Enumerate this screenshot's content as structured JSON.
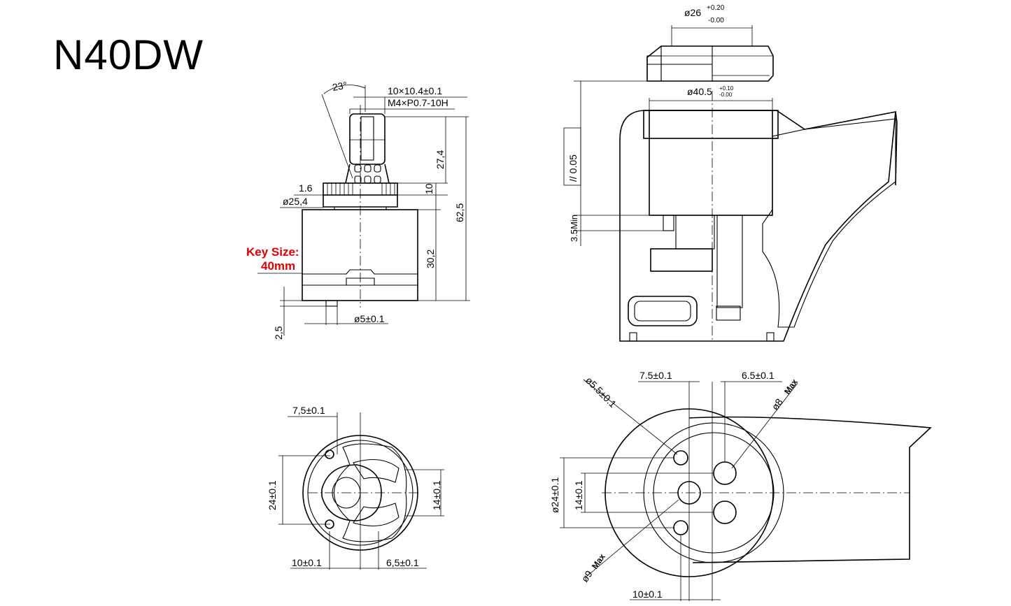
{
  "title": "N40DW",
  "key_size": {
    "label": "Key Size:",
    "value": "40mm"
  },
  "side_view": {
    "angle": "23°",
    "spline": "10×10.4±0.1",
    "thread": "M4×P0.7-10H",
    "d_flange": "1.6",
    "d_25": "ø25,4",
    "h_27": "27,4",
    "h_10": "10",
    "h_62": "62,5",
    "h_30": "30,2",
    "h_25": "2,5",
    "d_5": "ø5±0.1"
  },
  "bottom_view": {
    "top": "7,5±0.1",
    "left": "24±0.1",
    "right": "14±0.1",
    "bottom_left": "10±0.1",
    "bottom_right": "6,5±0.1"
  },
  "section_view": {
    "d26": "ø26",
    "d26_plus": "+0.20",
    "d26_minus": "-0.00",
    "d40": "ø40.5",
    "d40_plus": "+0.10",
    "d40_minus": "-0.00",
    "parallel": "// 0.05",
    "min_depth": "3.5Min"
  },
  "body_view": {
    "d55": "ø5.5±0.1",
    "top_left": "7.5±0.1",
    "top_right": "6.5±0.1",
    "d8": "ø8",
    "d8_note": "Max",
    "d24": "ø24±0.1",
    "h14": "14±0.1",
    "d9": "ø9",
    "d9_note": "Max",
    "bottom": "10±0.1"
  }
}
